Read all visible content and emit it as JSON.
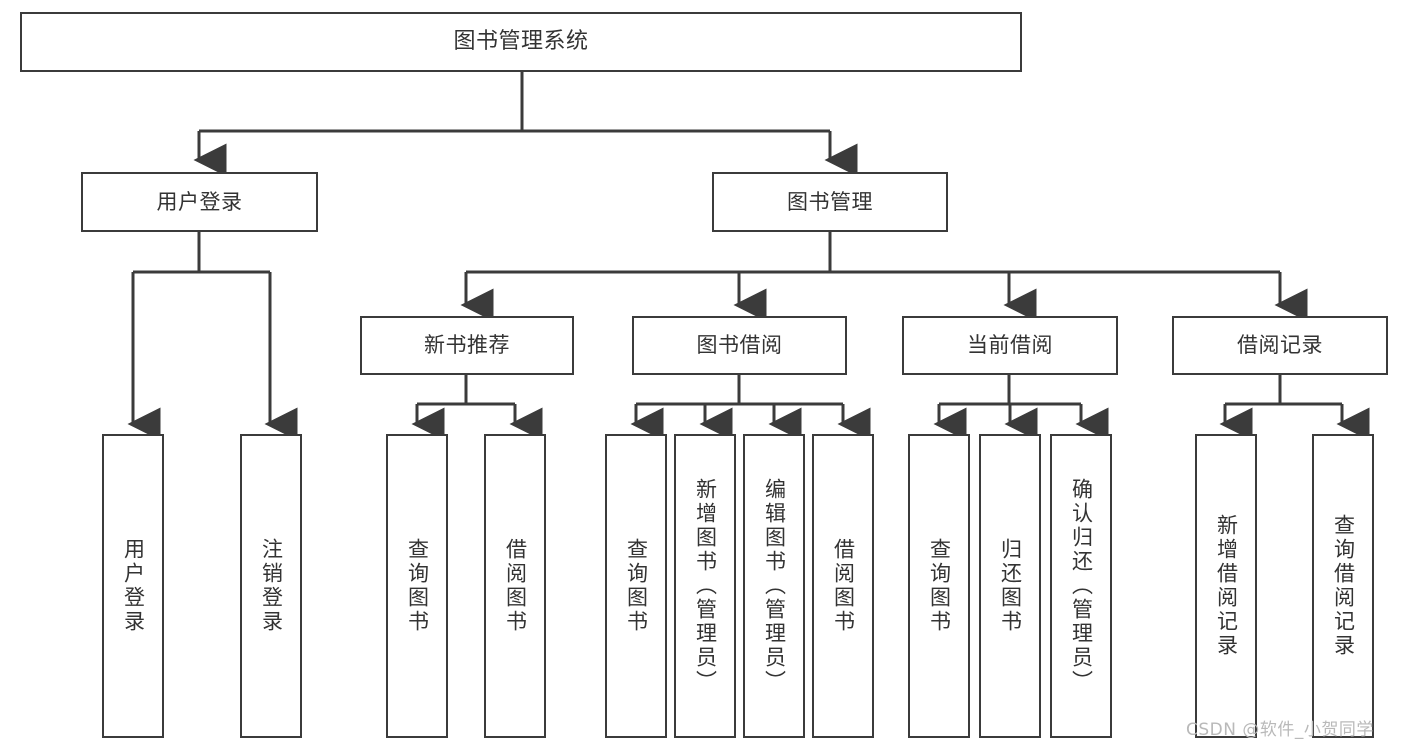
{
  "diagram": {
    "type": "tree-hierarchy-flowchart",
    "title": "图书管理系统",
    "stroke_color": "#3b3b3b",
    "text_color": "#333333",
    "background_color": "#ffffff",
    "levels": [
      {
        "level": 1,
        "nodes": [
          {
            "id": "root",
            "label": "图书管理系统",
            "orientation": "horizontal"
          }
        ]
      },
      {
        "level": 2,
        "nodes": [
          {
            "id": "login",
            "label": "用户登录",
            "orientation": "horizontal",
            "parent": "root"
          },
          {
            "id": "bookmgmt",
            "label": "图书管理",
            "orientation": "horizontal",
            "parent": "root"
          }
        ]
      },
      {
        "level": 3,
        "nodes": [
          {
            "id": "newbook",
            "label": "新书推荐",
            "orientation": "horizontal",
            "parent": "bookmgmt"
          },
          {
            "id": "borrow",
            "label": "图书借阅",
            "orientation": "horizontal",
            "parent": "bookmgmt"
          },
          {
            "id": "current",
            "label": "当前借阅",
            "orientation": "horizontal",
            "parent": "bookmgmt"
          },
          {
            "id": "records",
            "label": "借阅记录",
            "orientation": "horizontal",
            "parent": "bookmgmt"
          }
        ]
      },
      {
        "level": 4,
        "nodes": [
          {
            "id": "leaf1",
            "label": "用户登录",
            "orientation": "vertical",
            "parent": "login"
          },
          {
            "id": "leaf2",
            "label": "注销登录",
            "orientation": "vertical",
            "parent": "login"
          },
          {
            "id": "leaf3",
            "label": "查询图书",
            "orientation": "vertical",
            "parent": "newbook"
          },
          {
            "id": "leaf4",
            "label": "借阅图书",
            "orientation": "vertical",
            "parent": "newbook"
          },
          {
            "id": "leaf5",
            "label": "查询图书",
            "orientation": "vertical",
            "parent": "borrow"
          },
          {
            "id": "leaf6",
            "label": "新增图书（管理员）",
            "orientation": "vertical",
            "parent": "borrow"
          },
          {
            "id": "leaf7",
            "label": "编辑图书（管理员）",
            "orientation": "vertical",
            "parent": "borrow"
          },
          {
            "id": "leaf8",
            "label": "借阅图书",
            "orientation": "vertical",
            "parent": "borrow"
          },
          {
            "id": "leaf9",
            "label": "查询图书",
            "orientation": "vertical",
            "parent": "current"
          },
          {
            "id": "leaf10",
            "label": "归还图书",
            "orientation": "vertical",
            "parent": "current"
          },
          {
            "id": "leaf11",
            "label": "确认归还（管理员）",
            "orientation": "vertical",
            "parent": "current"
          },
          {
            "id": "leaf12",
            "label": "新增借阅记录",
            "orientation": "vertical",
            "parent": "records"
          },
          {
            "id": "leaf13",
            "label": "查询借阅记录",
            "orientation": "vertical",
            "parent": "records"
          }
        ]
      }
    ]
  },
  "watermark": {
    "text": "CSDN @软件_小贺同学"
  }
}
